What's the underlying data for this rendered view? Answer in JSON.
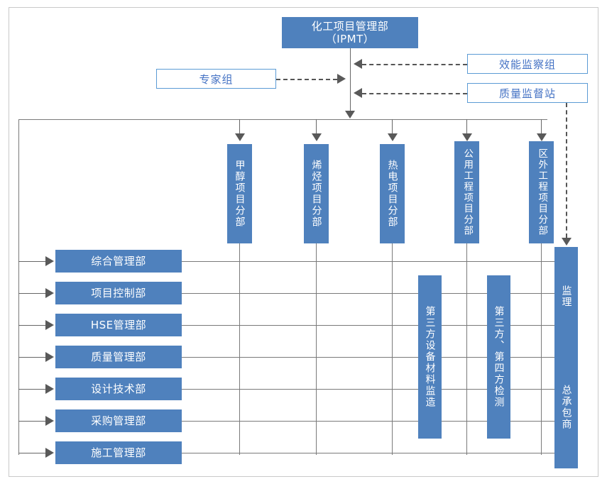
{
  "diagram": {
    "title_node": {
      "line1": "化工项目管理部",
      "line2": "（IPMT）"
    },
    "side_nodes": [
      {
        "label": "专家组",
        "side": "left"
      },
      {
        "label": "效能监察组",
        "side": "right"
      },
      {
        "label": "质量监督站",
        "side": "right"
      }
    ],
    "project_divisions": [
      {
        "label": "甲醇项目分部"
      },
      {
        "label": "烯烃项目分部"
      },
      {
        "label": "热电项目分部"
      },
      {
        "label": "公用工程项目分部"
      },
      {
        "label": "区外工程项目分部"
      }
    ],
    "departments": [
      {
        "label": "综合管理部"
      },
      {
        "label": "项目控制部"
      },
      {
        "label": "HSE管理部"
      },
      {
        "label": "质量管理部"
      },
      {
        "label": "设计技术部"
      },
      {
        "label": "采购管理部"
      },
      {
        "label": "施工管理部"
      }
    ],
    "third_party_nodes": [
      {
        "label": "第三方设备材料监造"
      },
      {
        "label": "第三方、第四方检测"
      }
    ],
    "contractor_node": {
      "upper_label": "监理",
      "lower_label": "总承包商"
    },
    "colors": {
      "fill_blue": "#4F81BD",
      "outline_blue": "#5B9BD5",
      "outline_text": "#4472C4",
      "line_gray": "#666666",
      "frame_gray": "#c9c9c9",
      "node_text": "#FFFFFF"
    }
  }
}
